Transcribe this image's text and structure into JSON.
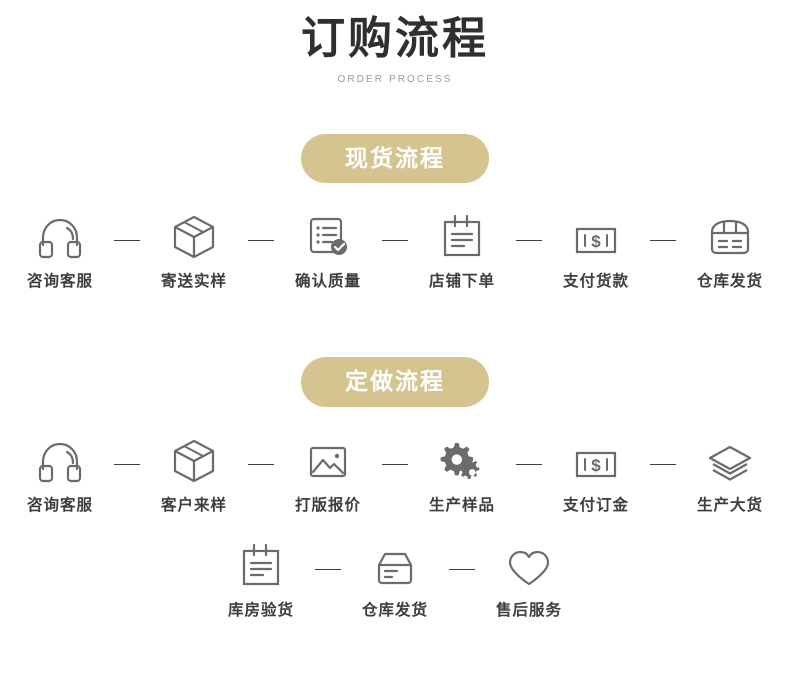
{
  "header": {
    "title": "订购流程",
    "subtitle": "ORDER PROCESS"
  },
  "colors": {
    "badge_background": "#d6c490",
    "badge_text": "#ffffff",
    "icon_stroke": "#6b6b6b",
    "label_text": "#3d3d3d",
    "title_text": "#2f2f2f",
    "subtitle_text": "#9b9b9b"
  },
  "sections": [
    {
      "badge": "现货流程",
      "rows": [
        {
          "steps": [
            {
              "label": "咨询客服",
              "icon": "headset-icon"
            },
            {
              "label": "寄送实样",
              "icon": "box-icon"
            },
            {
              "label": "确认质量",
              "icon": "document-check-icon"
            },
            {
              "label": "店铺下单",
              "icon": "notepad-icon"
            },
            {
              "label": "支付货款",
              "icon": "banknote-icon"
            },
            {
              "label": "仓库发货",
              "icon": "delivery-box-icon"
            }
          ]
        }
      ]
    },
    {
      "badge": "定做流程",
      "rows": [
        {
          "steps": [
            {
              "label": "咨询客服",
              "icon": "headset-icon"
            },
            {
              "label": "客户来样",
              "icon": "box-icon"
            },
            {
              "label": "打版报价",
              "icon": "picture-icon"
            },
            {
              "label": "生产样品",
              "icon": "gears-icon"
            },
            {
              "label": "支付订金",
              "icon": "banknote-icon"
            },
            {
              "label": "生产大货",
              "icon": "layers-icon"
            }
          ]
        },
        {
          "steps": [
            {
              "label": "库房验货",
              "icon": "notepad-icon"
            },
            {
              "label": "仓库发货",
              "icon": "carton-icon"
            },
            {
              "label": "售后服务",
              "icon": "heart-icon"
            }
          ]
        }
      ]
    }
  ]
}
